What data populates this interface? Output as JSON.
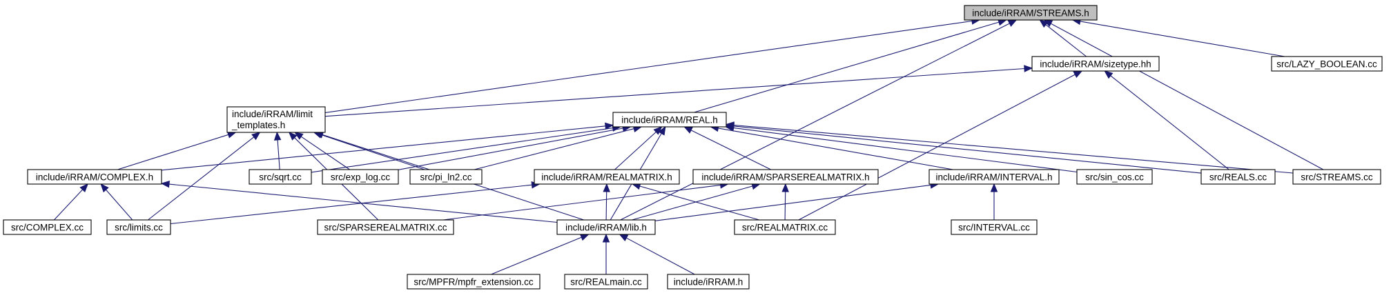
{
  "graph": {
    "colors": {
      "edge": "#191970",
      "node_fill": "#ffffff",
      "root_fill": "#bfbfbf",
      "border": "#000000"
    },
    "nodes": [
      {
        "id": "streams_h",
        "lines": [
          "include/iRRAM/STREAMS.h"
        ],
        "root": true
      },
      {
        "id": "sizetype_hh",
        "lines": [
          "include/iRRAM/sizetype.hh"
        ]
      },
      {
        "id": "lazy_boolean_cc",
        "lines": [
          "src/LAZY_BOOLEAN.cc"
        ]
      },
      {
        "id": "limit_templates_h",
        "lines": [
          "include/iRRAM/limit",
          "_templates.h"
        ]
      },
      {
        "id": "real_h",
        "lines": [
          "include/iRRAM/REAL.h"
        ]
      },
      {
        "id": "complex_h",
        "lines": [
          "include/iRRAM/COMPLEX.h"
        ]
      },
      {
        "id": "sqrt_cc",
        "lines": [
          "src/sqrt.cc"
        ]
      },
      {
        "id": "exp_log_cc",
        "lines": [
          "src/exp_log.cc"
        ]
      },
      {
        "id": "pi_ln2_cc",
        "lines": [
          "src/pi_ln2.cc"
        ]
      },
      {
        "id": "realmatrix_h",
        "lines": [
          "include/iRRAM/REALMATRIX.h"
        ]
      },
      {
        "id": "sparserealmatrix_h",
        "lines": [
          "include/iRRAM/SPARSEREALMATRIX.h"
        ]
      },
      {
        "id": "interval_h",
        "lines": [
          "include/iRRAM/INTERVAL.h"
        ]
      },
      {
        "id": "sin_cos_cc",
        "lines": [
          "src/sin_cos.cc"
        ]
      },
      {
        "id": "reals_cc",
        "lines": [
          "src/REALS.cc"
        ]
      },
      {
        "id": "streams_cc",
        "lines": [
          "src/STREAMS.cc"
        ]
      },
      {
        "id": "complex_cc",
        "lines": [
          "src/COMPLEX.cc"
        ]
      },
      {
        "id": "limits_cc",
        "lines": [
          "src/limits.cc"
        ]
      },
      {
        "id": "sparserealmatrix_cc",
        "lines": [
          "src/SPARSEREALMATRIX.cc"
        ]
      },
      {
        "id": "lib_h",
        "lines": [
          "include/iRRAM/lib.h"
        ]
      },
      {
        "id": "realmatrix_cc",
        "lines": [
          "src/REALMATRIX.cc"
        ]
      },
      {
        "id": "interval_cc",
        "lines": [
          "src/INTERVAL.cc"
        ]
      },
      {
        "id": "mpfr_extension_cc",
        "lines": [
          "src/MPFR/mpfr_extension.cc"
        ]
      },
      {
        "id": "realmain_cc",
        "lines": [
          "src/REALmain.cc"
        ]
      },
      {
        "id": "irram_h",
        "lines": [
          "include/iRRAM.h"
        ]
      }
    ],
    "edges": [
      {
        "from": "limit_templates_h",
        "to": "streams_h"
      },
      {
        "from": "real_h",
        "to": "streams_h"
      },
      {
        "from": "lib_h",
        "to": "streams_h"
      },
      {
        "from": "sizetype_hh",
        "to": "streams_h"
      },
      {
        "from": "streams_cc",
        "to": "streams_h"
      },
      {
        "from": "lazy_boolean_cc",
        "to": "streams_h"
      },
      {
        "from": "limit_templates_h",
        "to": "sizetype_hh"
      },
      {
        "from": "reals_cc",
        "to": "sizetype_hh"
      },
      {
        "from": "realmatrix_cc",
        "to": "sizetype_hh"
      },
      {
        "from": "complex_h",
        "to": "limit_templates_h"
      },
      {
        "from": "sqrt_cc",
        "to": "limit_templates_h"
      },
      {
        "from": "exp_log_cc",
        "to": "limit_templates_h"
      },
      {
        "from": "pi_ln2_cc",
        "to": "limit_templates_h"
      },
      {
        "from": "limits_cc",
        "to": "limit_templates_h"
      },
      {
        "from": "sparserealmatrix_cc",
        "to": "limit_templates_h"
      },
      {
        "from": "lib_h",
        "to": "limit_templates_h"
      },
      {
        "from": "complex_h",
        "to": "real_h"
      },
      {
        "from": "sqrt_cc",
        "to": "real_h"
      },
      {
        "from": "exp_log_cc",
        "to": "real_h"
      },
      {
        "from": "pi_ln2_cc",
        "to": "real_h"
      },
      {
        "from": "lib_h",
        "to": "real_h"
      },
      {
        "from": "realmatrix_h",
        "to": "real_h"
      },
      {
        "from": "sparserealmatrix_h",
        "to": "real_h"
      },
      {
        "from": "interval_h",
        "to": "real_h"
      },
      {
        "from": "sin_cos_cc",
        "to": "real_h"
      },
      {
        "from": "reals_cc",
        "to": "real_h"
      },
      {
        "from": "streams_cc",
        "to": "real_h"
      },
      {
        "from": "complex_cc",
        "to": "complex_h"
      },
      {
        "from": "limits_cc",
        "to": "complex_h"
      },
      {
        "from": "lib_h",
        "to": "complex_h"
      },
      {
        "from": "limits_cc",
        "to": "realmatrix_h"
      },
      {
        "from": "lib_h",
        "to": "realmatrix_h"
      },
      {
        "from": "realmatrix_cc",
        "to": "realmatrix_h"
      },
      {
        "from": "sparserealmatrix_cc",
        "to": "sparserealmatrix_h"
      },
      {
        "from": "lib_h",
        "to": "sparserealmatrix_h"
      },
      {
        "from": "realmatrix_cc",
        "to": "sparserealmatrix_h"
      },
      {
        "from": "lib_h",
        "to": "interval_h"
      },
      {
        "from": "interval_cc",
        "to": "interval_h"
      },
      {
        "from": "mpfr_extension_cc",
        "to": "lib_h"
      },
      {
        "from": "realmain_cc",
        "to": "lib_h"
      },
      {
        "from": "irram_h",
        "to": "lib_h"
      }
    ]
  }
}
